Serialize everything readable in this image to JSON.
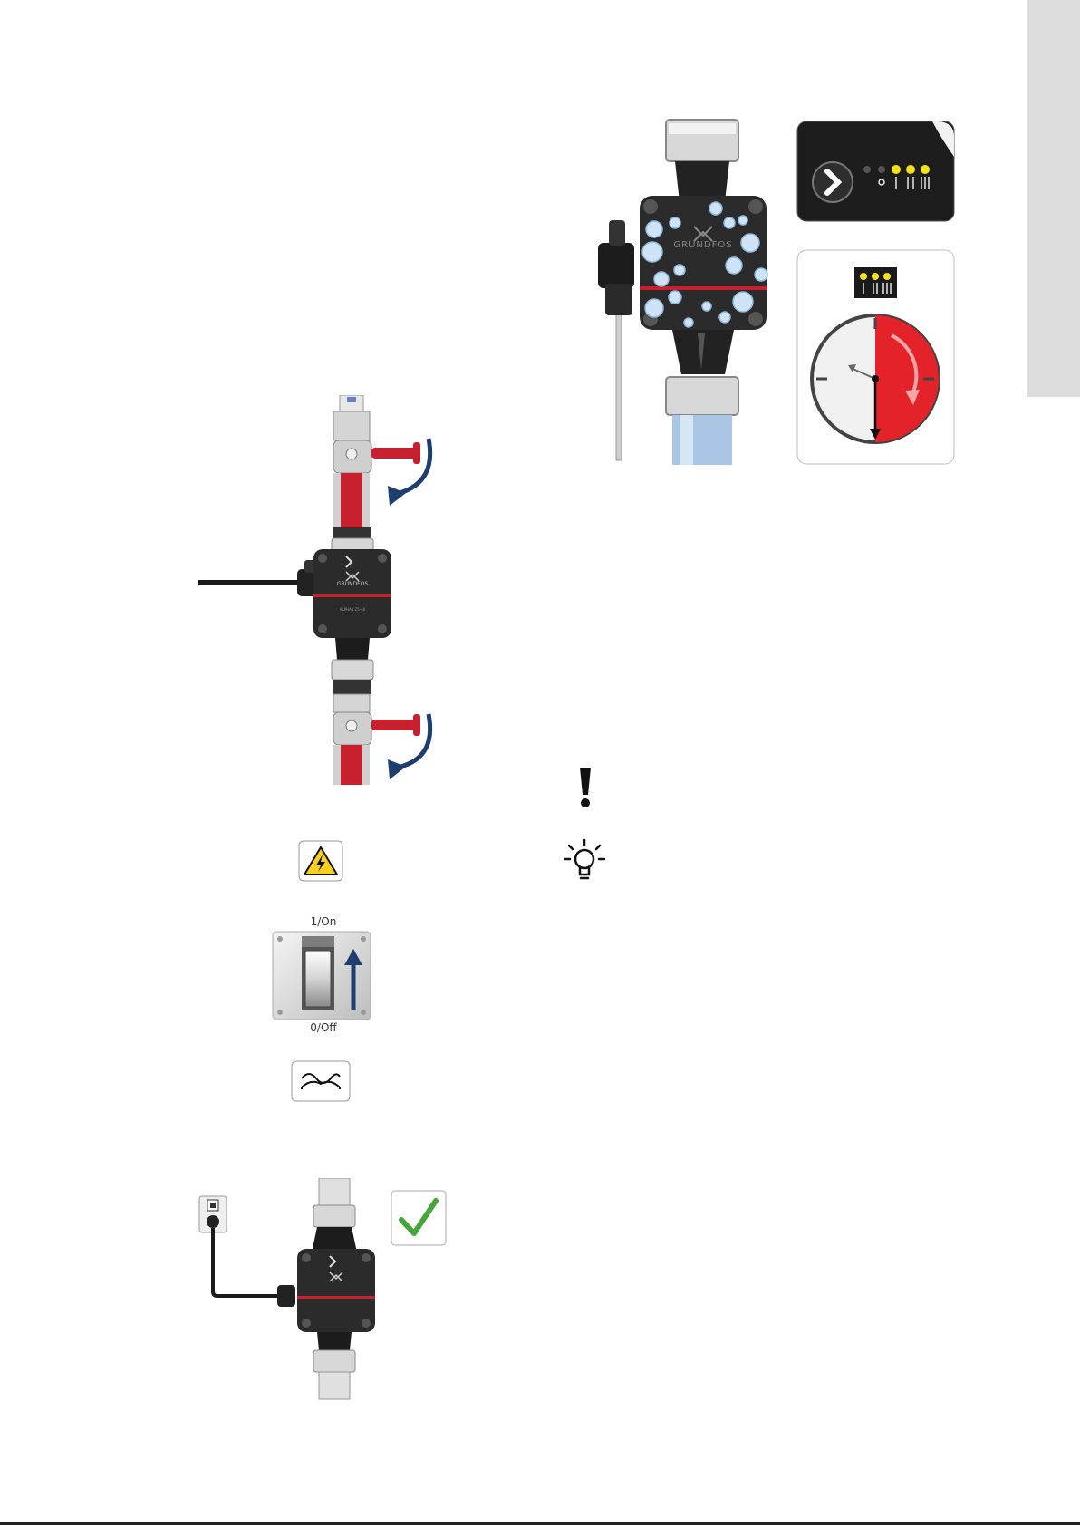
{
  "pump": {
    "brand_large": "GRUNDFOS",
    "brand_small": "GRUNDFOS",
    "model_label": "ALPHA1 25-40"
  },
  "switch": {
    "on_label": "1/On",
    "off_label": "0/Off"
  },
  "colors": {
    "accent_red": "#e42229",
    "valve_handle_red": "#c8202f",
    "arrow_blue": "#1e3e6e",
    "led_yellow": "#f5e11a",
    "check_green": "#46a63b",
    "pump_body": "#2b2b2b",
    "side_tab_grey": "#dcdcdc"
  },
  "icons": [
    "electric-hazard-icon",
    "filter-icon",
    "exclamation-icon",
    "light-bulb-icon",
    "checkmark-icon",
    "wall-socket-icon",
    "speed-mode-icon",
    "next-arrow-icon"
  ]
}
